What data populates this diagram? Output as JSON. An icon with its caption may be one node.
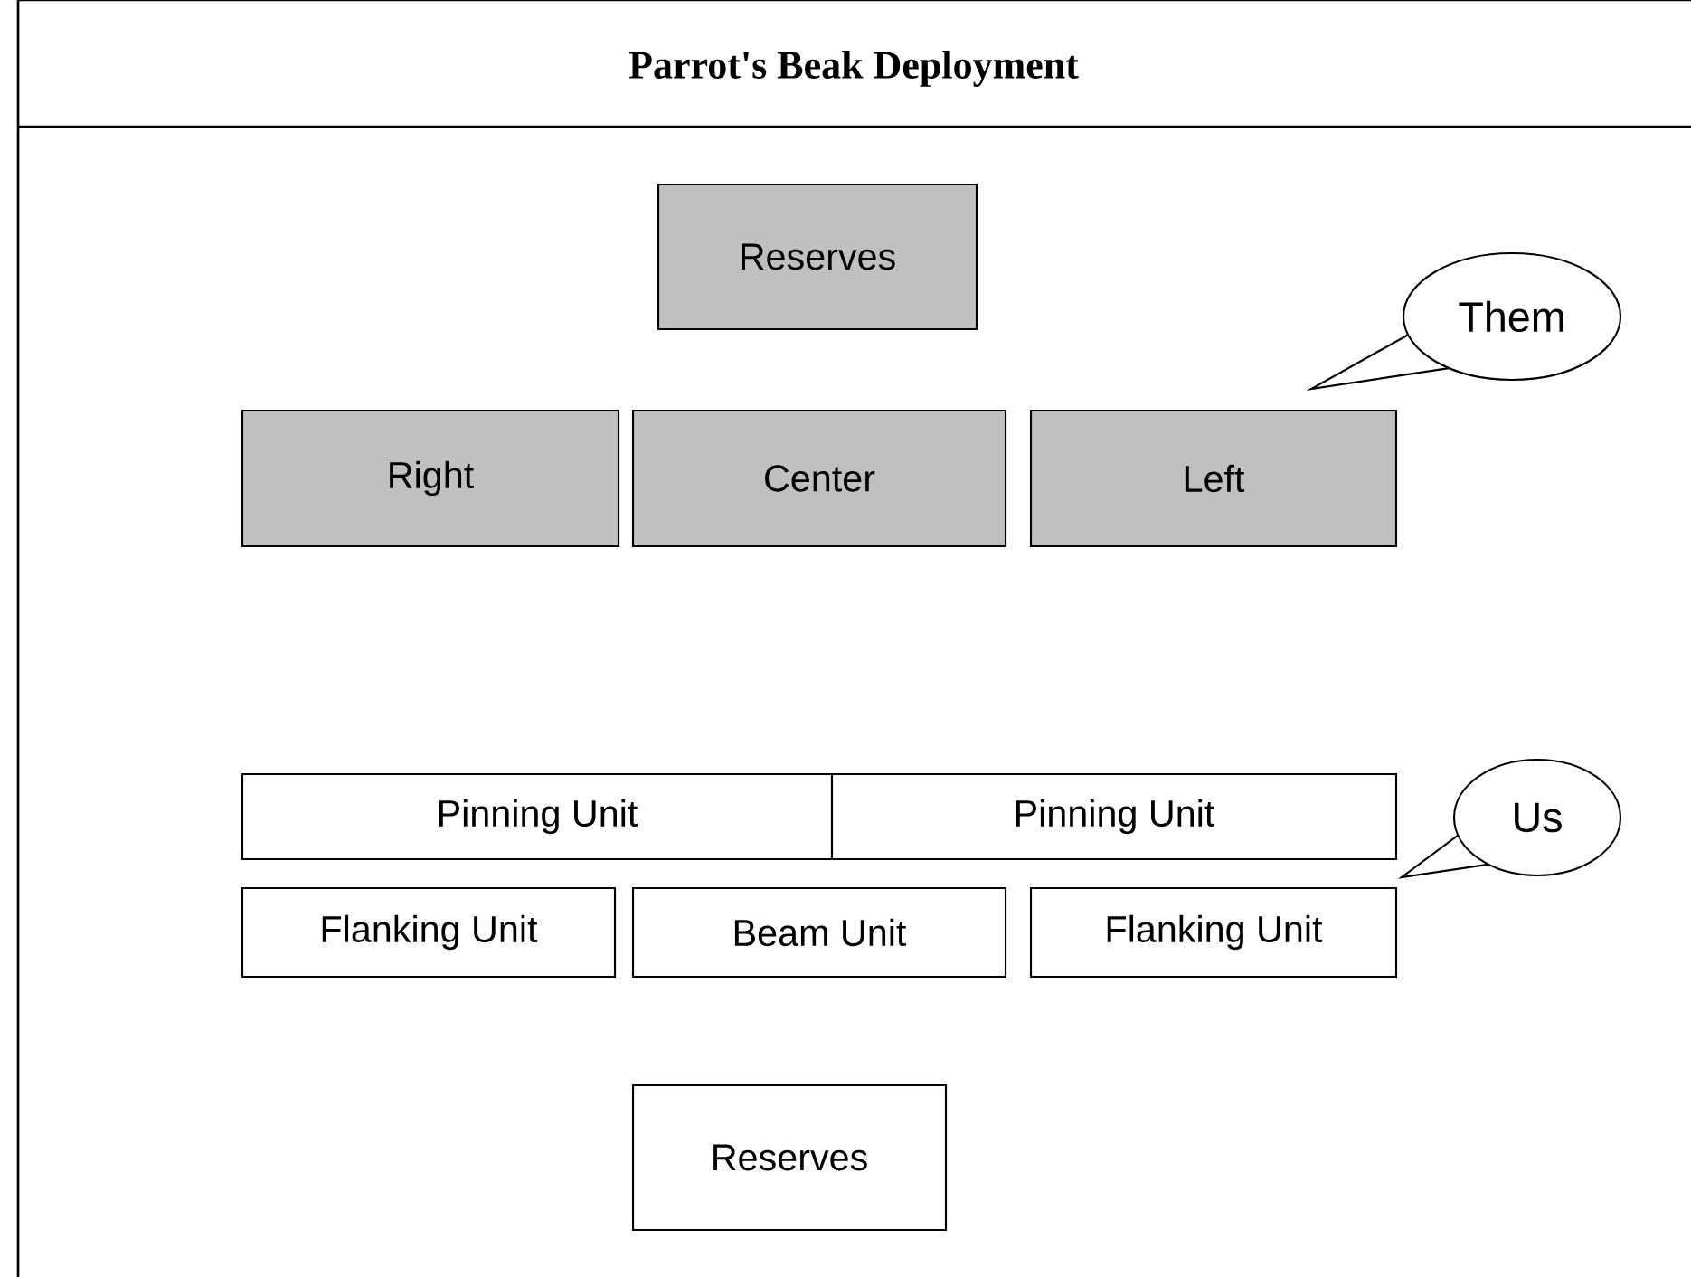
{
  "diagram": {
    "title": "Parrot's Beak Deployment",
    "nodes": [
      {
        "text": [
          "Reserves"
        ]
      },
      {
        "text": [
          "Right"
        ]
      },
      {
        "text": [
          "Center"
        ]
      },
      {
        "text": [
          "Left"
        ]
      },
      {
        "text": [
          "Them"
        ]
      },
      {
        "text": [
          "Pinning Unit"
        ]
      },
      {
        "text": [
          "Pinning Unit"
        ]
      },
      {
        "text": [
          "Flanking Unit"
        ]
      },
      {
        "text": [
          "Beam Unit"
        ]
      },
      {
        "text": [
          "Flanking Unit"
        ]
      },
      {
        "text": [
          "Us"
        ]
      },
      {
        "text": [
          "Reserves"
        ]
      }
    ]
  }
}
